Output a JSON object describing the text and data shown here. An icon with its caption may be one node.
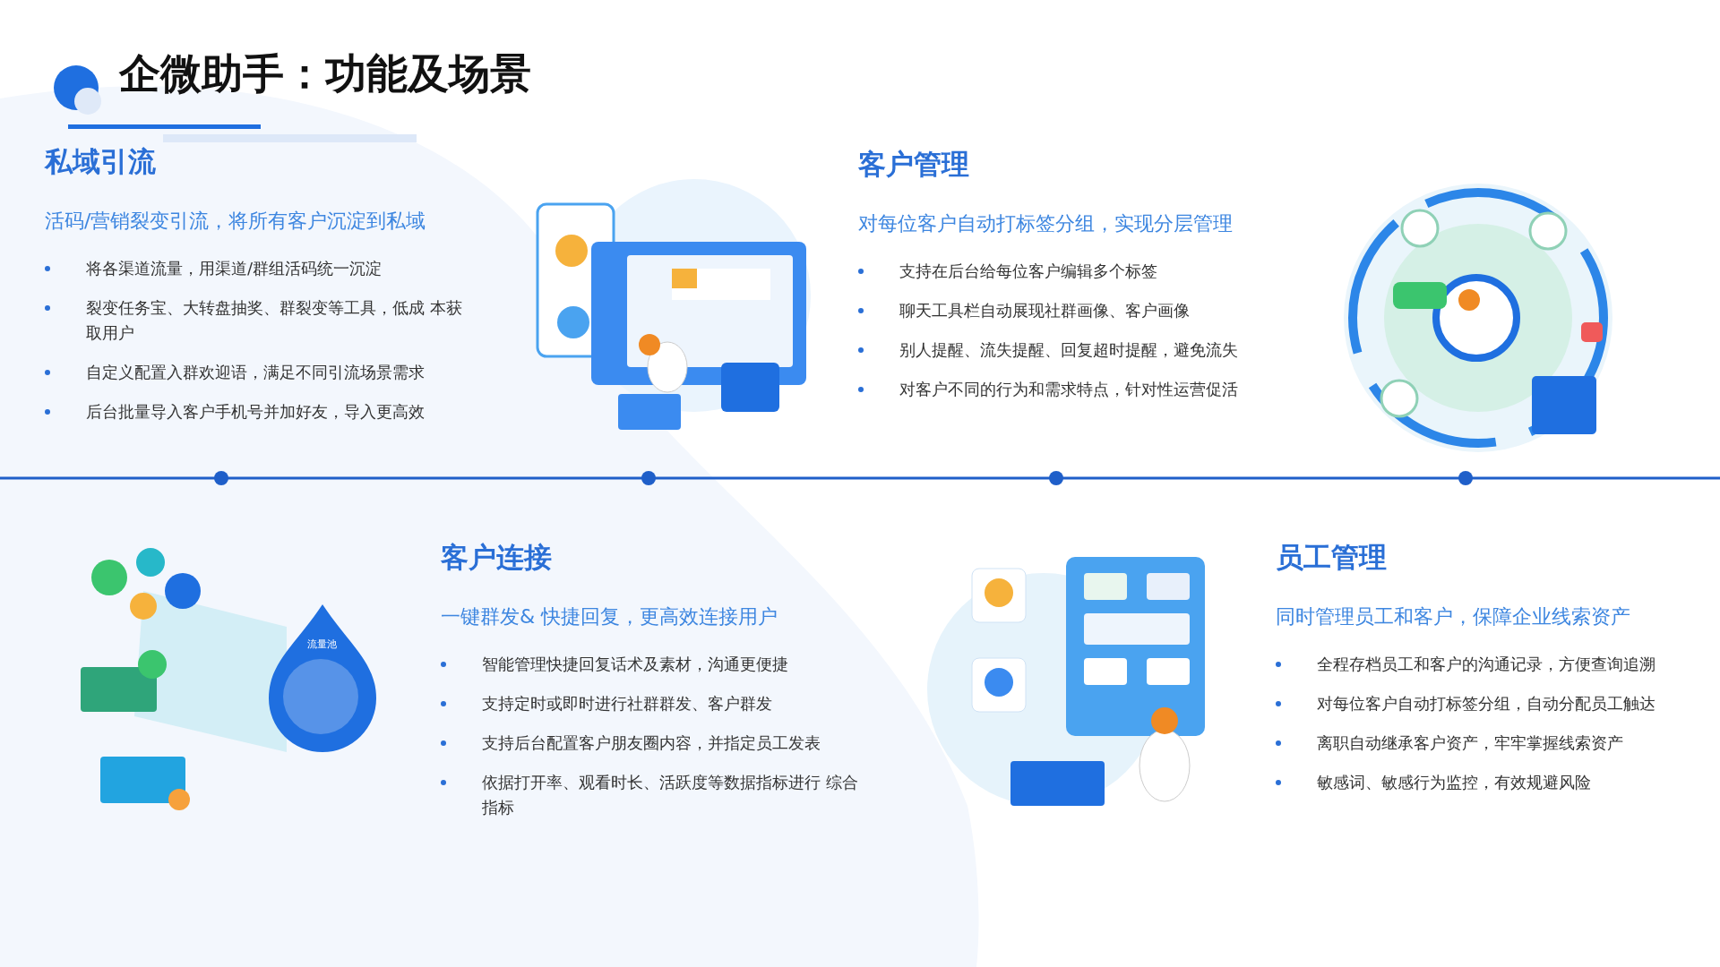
{
  "diagram": {
    "title": "企微助手：功能及场景",
    "nodes": [
      {
        "text": [
          "私域引流",
          "活码/营销裂变引流，将所有客户沉淀到私域",
          "将各渠道流量，用渠道/群组活码统一沉淀",
          "裂变任务宝、大转盘抽奖、群裂变等工具，低成 本获取用户",
          "自定义配置入群欢迎语，满足不同引流场景需求",
          "后台批量导入客户手机号并加好友，导入更高效"
        ]
      },
      {
        "text": [
          "客户管理",
          "对每位客户自动打标签分组，实现分层管理",
          "支持在后台给每位客户编辑多个标签",
          "聊天工具栏自动展现社群画像、客户画像",
          "别人提醒、流失提醒、回复超时提醒，避免流失",
          "对客户不同的行为和需求特点，针对性运营促活"
        ]
      },
      {
        "text": [
          "客户连接",
          "一键群发& 快捷回复，更高效连接用户",
          "智能管理快捷回复话术及素材，沟通更便捷",
          "支持定时或即时进行社群群发、客户群发",
          "支持后台配置客户朋友圈内容，并指定员工发表",
          "依据打开率、观看时长、活跃度等数据指标进行 综合指标"
        ]
      },
      {
        "text": [
          "员工管理",
          "同时管理员工和客户，保障企业线索资产",
          "全程存档员工和客户的沟通记录，方便查询追溯",
          "对每位客户自动打标签分组，自动分配员工触达",
          "离职自动继承客户资产，牢牢掌握线索资产",
          "敏感词、敏感行为监控，有效规避风险"
        ]
      }
    ],
    "labels": [
      "流量池"
    ]
  }
}
